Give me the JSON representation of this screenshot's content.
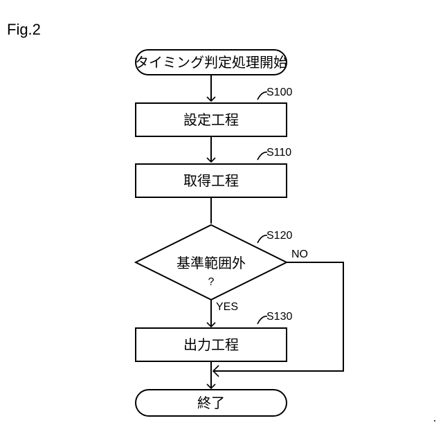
{
  "figure_label": "Fig.2",
  "nodes": {
    "start": {
      "text": "タイミング判定処理開始"
    },
    "s100": {
      "text": "設定工程",
      "step": "S100"
    },
    "s110": {
      "text": "取得工程",
      "step": "S110"
    },
    "s120": {
      "line1": "基準範囲外",
      "line2": "?",
      "step": "S120"
    },
    "s130": {
      "text": "出力工程",
      "step": "S130"
    },
    "end": {
      "text": "終了"
    }
  },
  "branches": {
    "yes": "YES",
    "no": "NO"
  },
  "colors": {
    "stroke": "#000000",
    "background": "#ffffff"
  }
}
